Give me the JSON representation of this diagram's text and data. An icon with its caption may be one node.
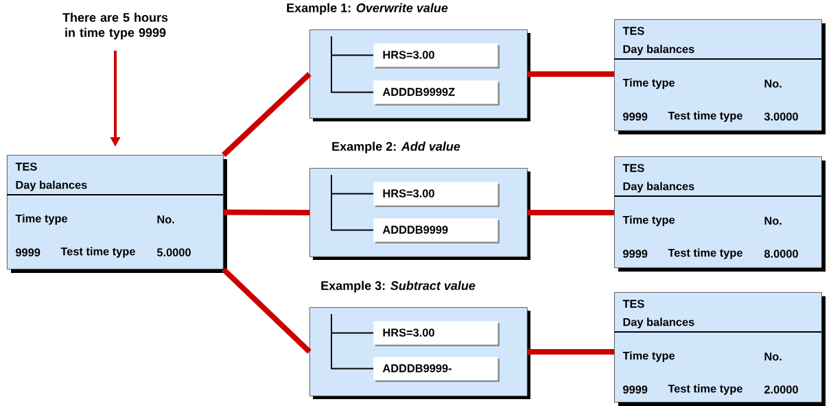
{
  "diagram": {
    "nodes": [
      {
        "text": [
          "There are 5 hours in time type 9999"
        ]
      },
      {
        "text": [
          "TES",
          "Day balances",
          "Time type",
          "No.",
          "9999",
          "Test time type",
          "5.0000"
        ]
      },
      {
        "text": [
          "Example 1: *Overwrite value*"
        ]
      },
      {
        "text": [
          "HRS=3.00"
        ],
        "in": 2
      },
      {
        "text": [
          "ADDDB9999Z"
        ],
        "in": 2
      },
      {
        "text": [
          "TES",
          "Day balances",
          "Time type",
          "No.",
          "9999",
          "Test time type",
          "3.0000"
        ]
      },
      {
        "text": [
          "Example 2: *Add value*"
        ]
      },
      {
        "text": [
          "HRS=3.00"
        ],
        "in": 6
      },
      {
        "text": [
          "ADDDB9999"
        ],
        "in": 6
      },
      {
        "text": [
          "TES",
          "Day balances",
          "Time type",
          "No.",
          "9999",
          "Test time type",
          "8.0000"
        ]
      },
      {
        "text": [
          "Example 3: *Subtract value*"
        ]
      },
      {
        "text": [
          "HRS=3.00"
        ],
        "in": 10
      },
      {
        "text": [
          "ADDDB9999-"
        ],
        "in": 10
      },
      {
        "text": [
          "TES",
          "Day balances",
          "Time type",
          "No.",
          "9999",
          "Test time type",
          "2.0000"
        ]
      }
    ],
    "edges": [
      {
        "from": 0,
        "to": 1,
        "arrow": "to"
      },
      {
        "from": 1,
        "to": 2,
        "arrow": "none"
      },
      {
        "from": 2,
        "to": 5,
        "arrow": "none"
      },
      {
        "from": 1,
        "to": 6,
        "arrow": "none"
      },
      {
        "from": 6,
        "to": 9,
        "arrow": "none"
      },
      {
        "from": 1,
        "to": 10,
        "arrow": "none"
      },
      {
        "from": 10,
        "to": 13,
        "arrow": "none"
      },
      {
        "from": 3,
        "to": 4,
        "arrow": "none",
        "color": "#000000"
      },
      {
        "from": 7,
        "to": 8,
        "arrow": "none",
        "color": "#000000"
      },
      {
        "from": 11,
        "to": 12,
        "arrow": "none",
        "color": "#000000"
      }
    ]
  }
}
